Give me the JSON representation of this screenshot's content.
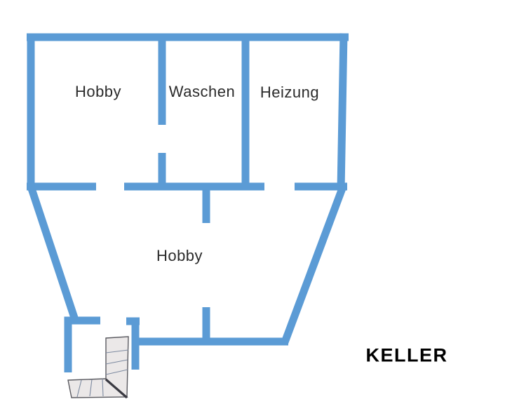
{
  "title": "KELLER",
  "colors": {
    "wall": "#5b9bd5",
    "label": "#2b2b2b",
    "title": "#000000",
    "stair_fill": "#ebe8e8",
    "stair_line": "#5a5a60",
    "stair_tread": "#7d8aa0",
    "stair_edge": "#3a3a42"
  },
  "rooms": [
    {
      "id": "hobby-top",
      "label": "Hobby"
    },
    {
      "id": "waschen",
      "label": "Waschen"
    },
    {
      "id": "heizung",
      "label": "Heizung"
    },
    {
      "id": "hobby-lower",
      "label": "Hobby"
    }
  ]
}
